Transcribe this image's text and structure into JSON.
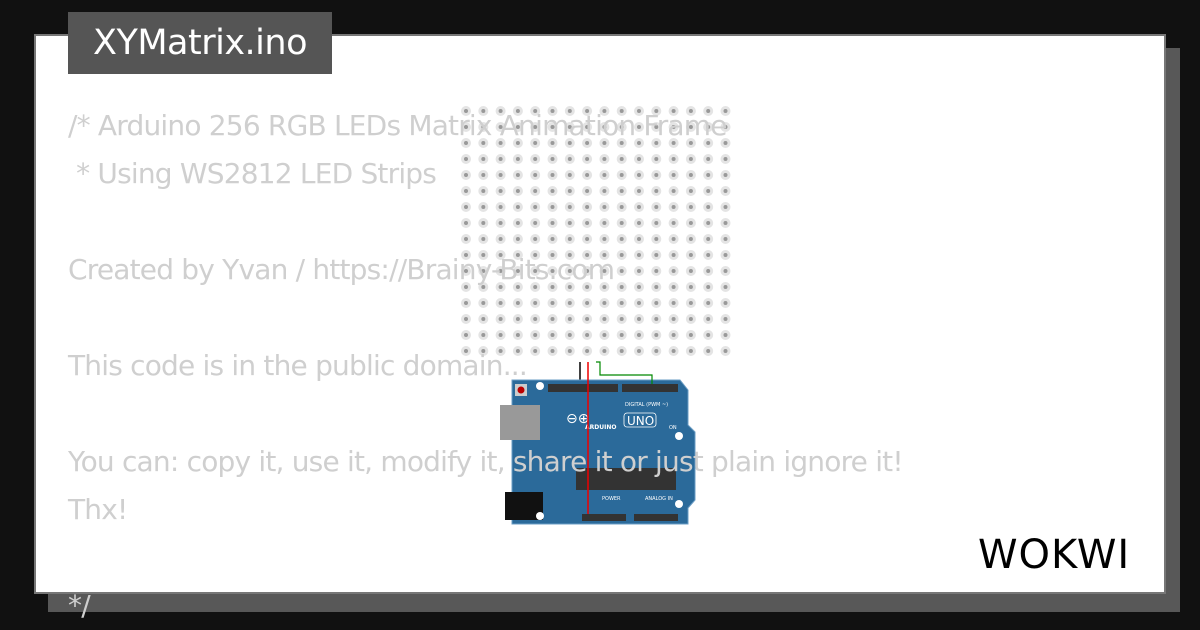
{
  "file_tab": {
    "title": "XYMatrix.ino"
  },
  "code_lines": [
    "/* Arduino 256 RGB LEDs Matrix Animation Frame",
    " * Using WS2812 LED Strips",
    "",
    "Created by Yvan / https://Brainy-Bits.com",
    "",
    "This code is in the public domain...",
    "",
    "You can: copy it, use it, modify it, share it or just plain ignore it!",
    "Thx!",
    "",
    "*/"
  ],
  "led_matrix": {
    "rows": 16,
    "cols": 16
  },
  "board": {
    "name": "UNO",
    "brand": "ARDUINO",
    "header_label": "DIGITAL (PWM ~)",
    "power_label": "POWER",
    "analog_label": "ANALOG IN",
    "on_label": "ON"
  },
  "wire_colors": {
    "gnd": "#000000",
    "vcc": "#e00000",
    "data": "#008000"
  },
  "colors": {
    "board": "#2b6a9a",
    "background": "#111111",
    "tab": "#555555"
  },
  "brand": {
    "logo": "WOKWI"
  }
}
